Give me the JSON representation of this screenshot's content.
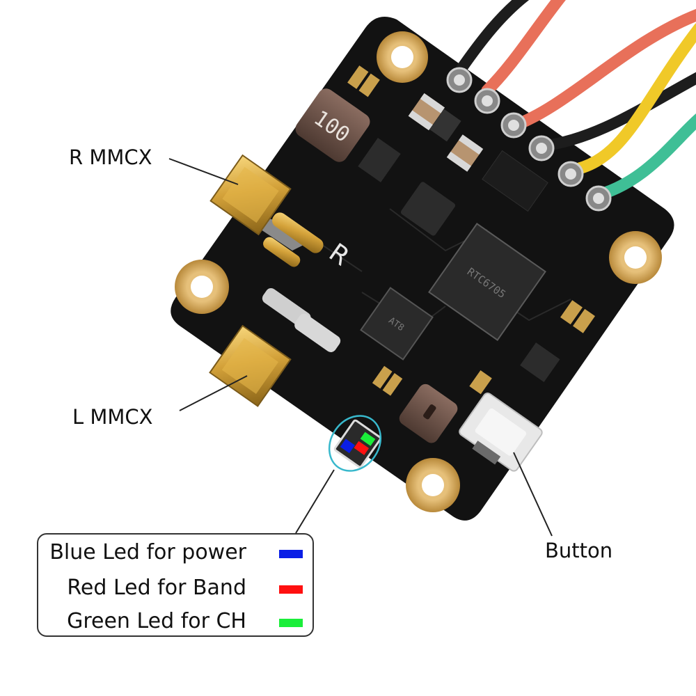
{
  "labels": {
    "r_mmcx": "R MMCX",
    "l_mmcx": "L MMCX",
    "button": "Button",
    "silk_r": "R",
    "inductor_big": "100",
    "chip_main": "RTC6705",
    "chip_small": "AT8"
  },
  "legend": {
    "items": [
      {
        "label": "Blue Led for power",
        "color": "#0a1ee6"
      },
      {
        "label": "Red Led for Band",
        "color": "#ff1010"
      },
      {
        "label": "Green Led for CH",
        "color": "#1aee3a"
      }
    ]
  },
  "colors": {
    "pcb": "#121212",
    "pad_gold": "#c9a04c",
    "mmcx_gold": "#d4a23a",
    "wire_black": "#1d1d1d",
    "wire_red": "#e8705a",
    "wire_yellow": "#f0c928",
    "wire_green": "#3fbf96",
    "highlight_circle": "#38b8cc"
  }
}
